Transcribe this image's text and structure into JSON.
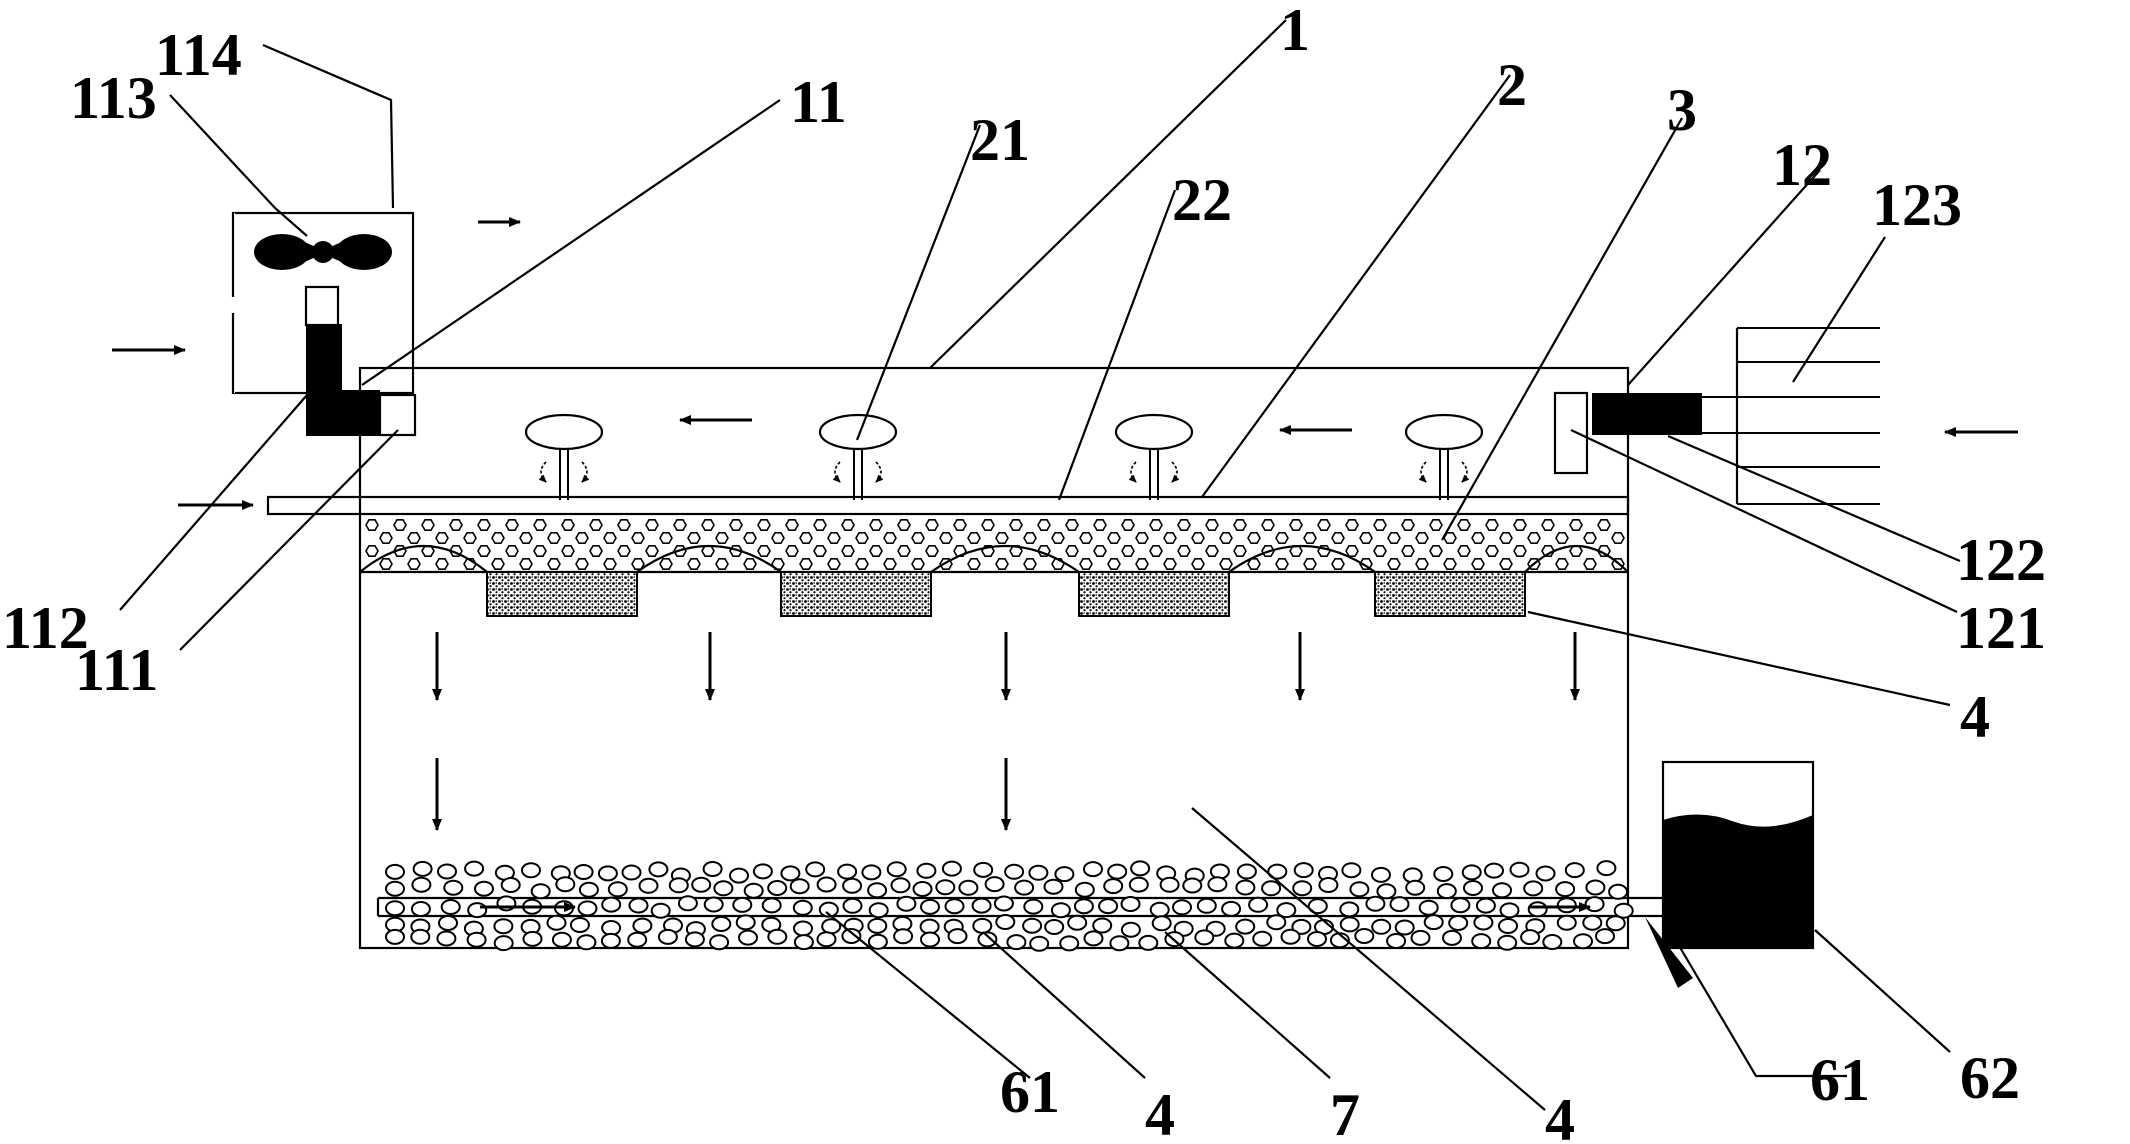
{
  "labels": {
    "l1": "1",
    "l2": "2",
    "l3": "3",
    "l4": "4",
    "l7": "7",
    "l11": "11",
    "l12": "12",
    "l21": "21",
    "l22": "22",
    "l61": "61",
    "l62": "62",
    "l111": "111",
    "l112": "112",
    "l113": "113",
    "l114": "114",
    "l121": "121",
    "l122": "122",
    "l123": "123"
  }
}
